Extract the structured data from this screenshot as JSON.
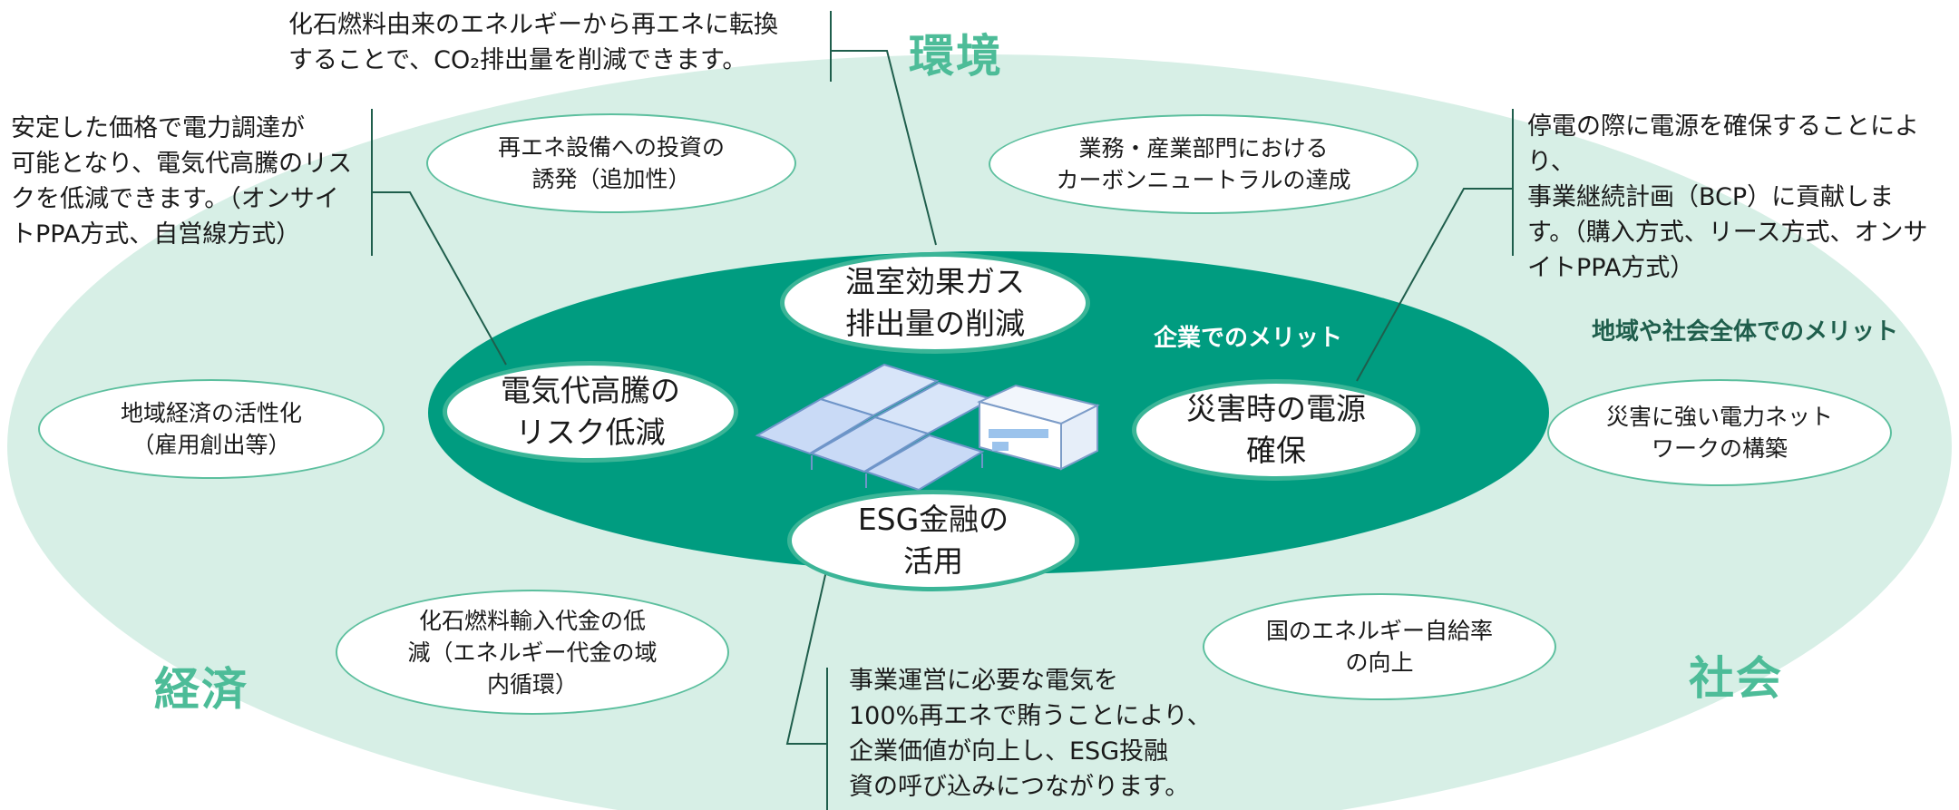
{
  "categories": {
    "environment": "環境",
    "economy": "経済",
    "society": "社会"
  },
  "merits": {
    "company": "企業でのメリット",
    "regional": "地域や社会全体でのメリット"
  },
  "inner_items": {
    "ghg": "温室効果ガス\n排出量の削減",
    "electricity_risk": "電気代高騰の\nリスク低減",
    "disaster_power": "災害時の電源\n確保",
    "esg_finance": "ESG金融の\n活用"
  },
  "outer_items": {
    "reinvest": "再エネ設備への投資の\n誘発（追加性）",
    "carbon_neutral": "業務・産業部門における\nカーボンニュートラルの達成",
    "regional_economy": "地域経済の活性化\n（雇用創出等）",
    "disaster_network": "災害に強い電力ネット\nワークの構築",
    "fuel_import": "化石燃料輸入代金の低\n減（エネルギー代金の域\n内循環）",
    "energy_self": "国のエネルギー自給率\nの向上"
  },
  "callouts": {
    "environment": "化石燃料由来のエネルギーから再エネに転換\nすることで、CO₂排出量を削減できます。",
    "price": "安定した価格で電力調達が\n可能となり、電気代高騰のリス\nクを低減できます。（オンサイ\nトPPA方式、自営線方式）",
    "bcp": "停電の際に電源を確保することにより、\n事業継続計画（BCP）に貢献しま\nす。（購入方式、リース方式、オンサ\nイトPPA方式）",
    "esg": "事業運営に必要な電気を\n100%再エネで賄うことにより、\n企業価値が向上し、ESG投融\n資の呼び込みにつながります。"
  },
  "colors": {
    "outer_fill": "#d7efe6",
    "inner_fill": "#009c80",
    "accent": "#4dbc98",
    "line": "#1f5e4c"
  }
}
